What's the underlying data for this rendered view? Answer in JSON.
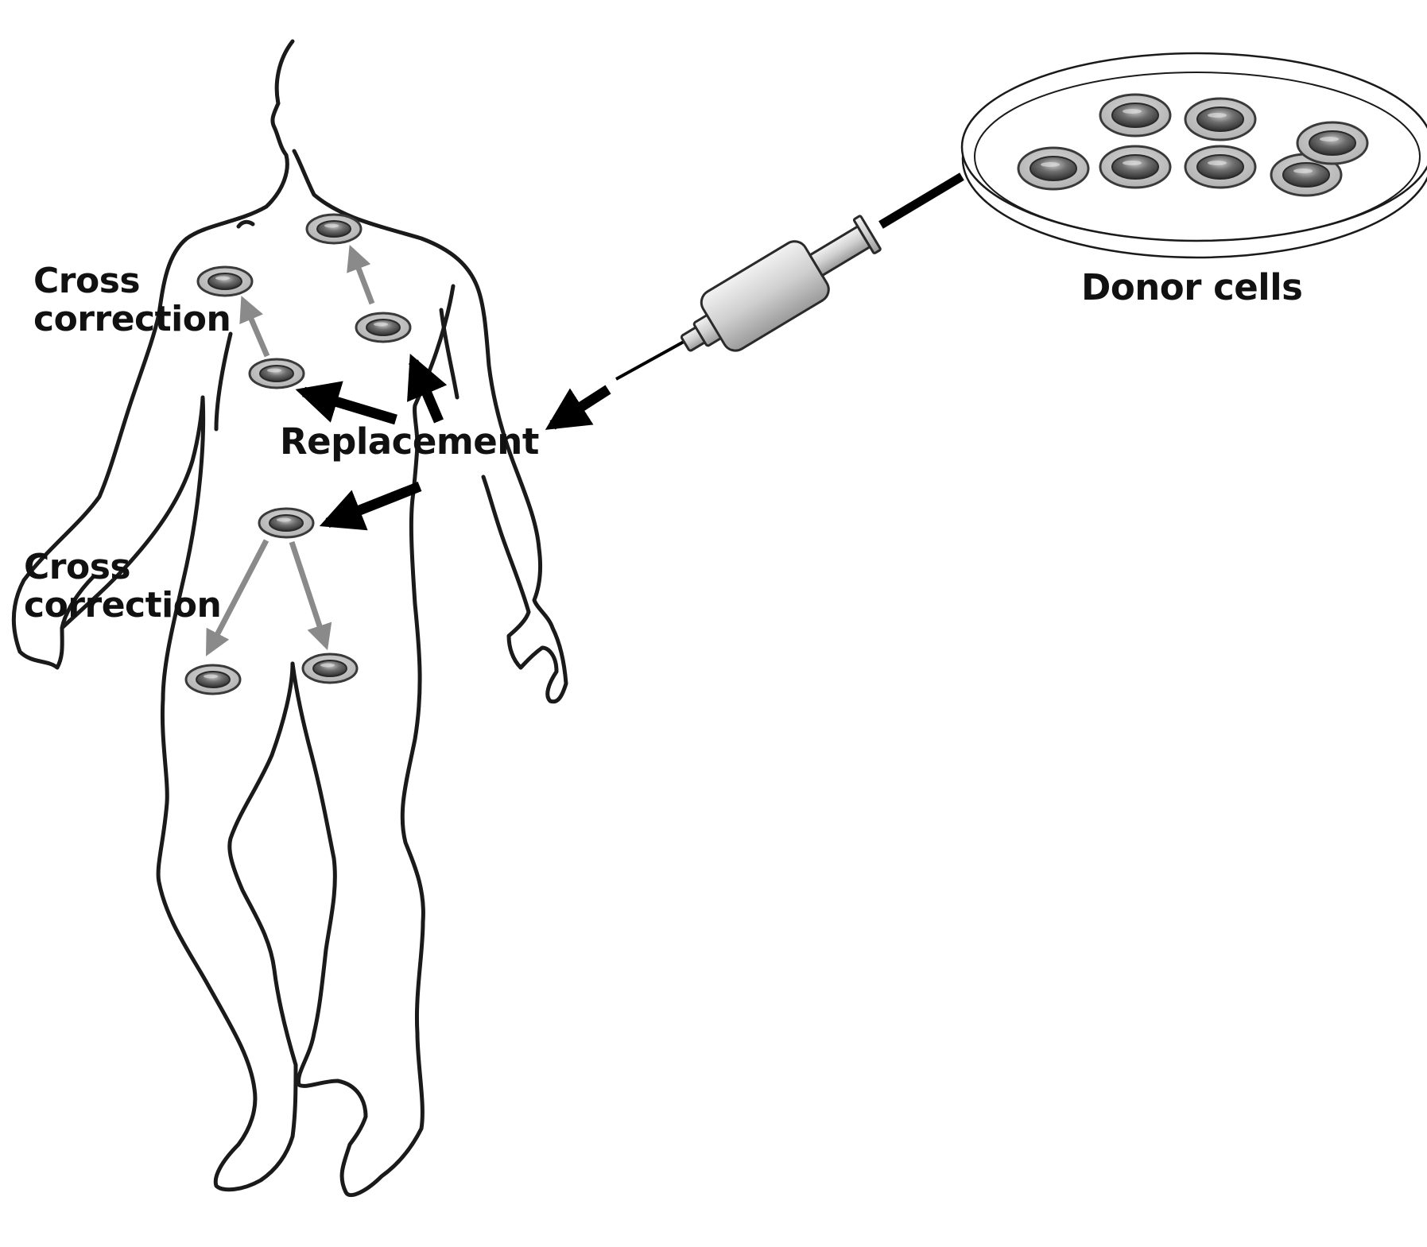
{
  "labels": {
    "cross_correction_upper_line1": "Cross",
    "cross_correction_upper_line2": "correction",
    "cross_correction_lower_line1": "Cross",
    "cross_correction_lower_line2": "correction",
    "replacement": "Replacement",
    "donor_cells": "Donor cells"
  },
  "colors": {
    "outline": "#1a1a1a",
    "replacement_arrow": "#000000",
    "cross_correction_arrow": "#8a8a8a",
    "cell_membrane": "#c4c4c4",
    "cell_nucleus": "#5a5a5a"
  },
  "icons": [
    "human-body-outline",
    "syringe-icon",
    "petri-dish-icon",
    "cell-icon"
  ]
}
